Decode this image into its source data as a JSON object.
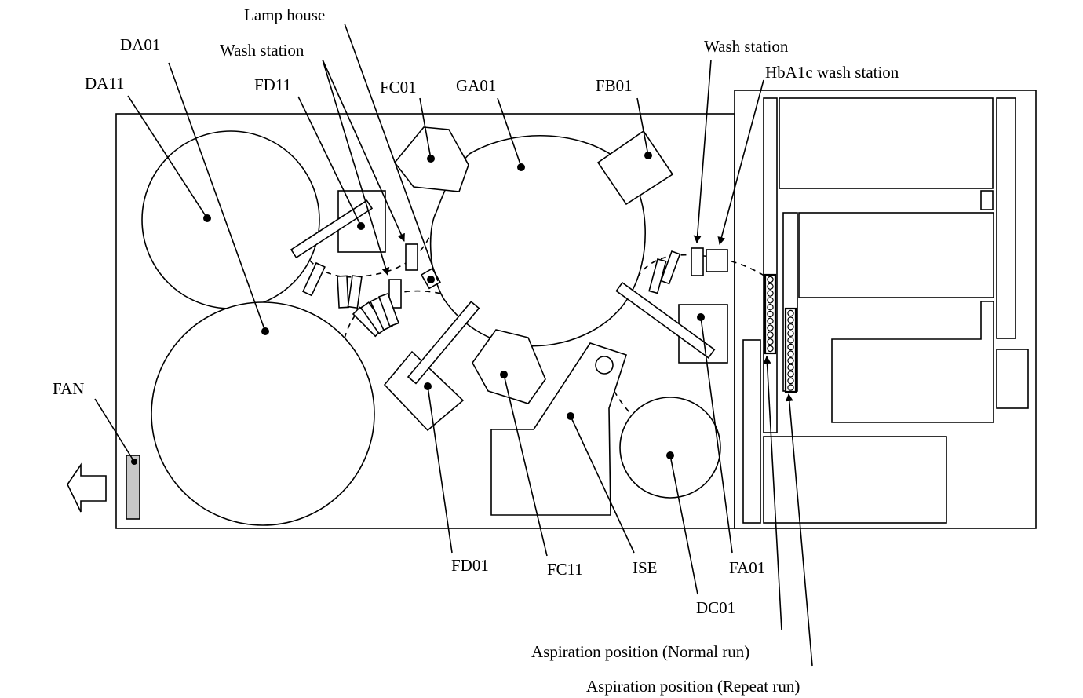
{
  "labels": {
    "lamp_house": "Lamp house",
    "wash_station_left": "Wash station",
    "wash_station_right": "Wash station",
    "hba1c_wash_station": "HbA1c wash station",
    "da01": "DA01",
    "da11": "DA11",
    "fd11": "FD11",
    "fc01": "FC01",
    "ga01": "GA01",
    "fb01": "FB01",
    "fan": "FAN",
    "fd01": "FD01",
    "fc11": "FC11",
    "ise": "ISE",
    "fa01": "FA01",
    "dc01": "DC01",
    "aspiration_normal": "Aspiration position (Normal run)",
    "aspiration_repeat": "Aspiration position (Repeat run)"
  },
  "colors": {
    "line": "#000000",
    "background": "#ffffff",
    "fan_fill": "#c8c8c8"
  }
}
